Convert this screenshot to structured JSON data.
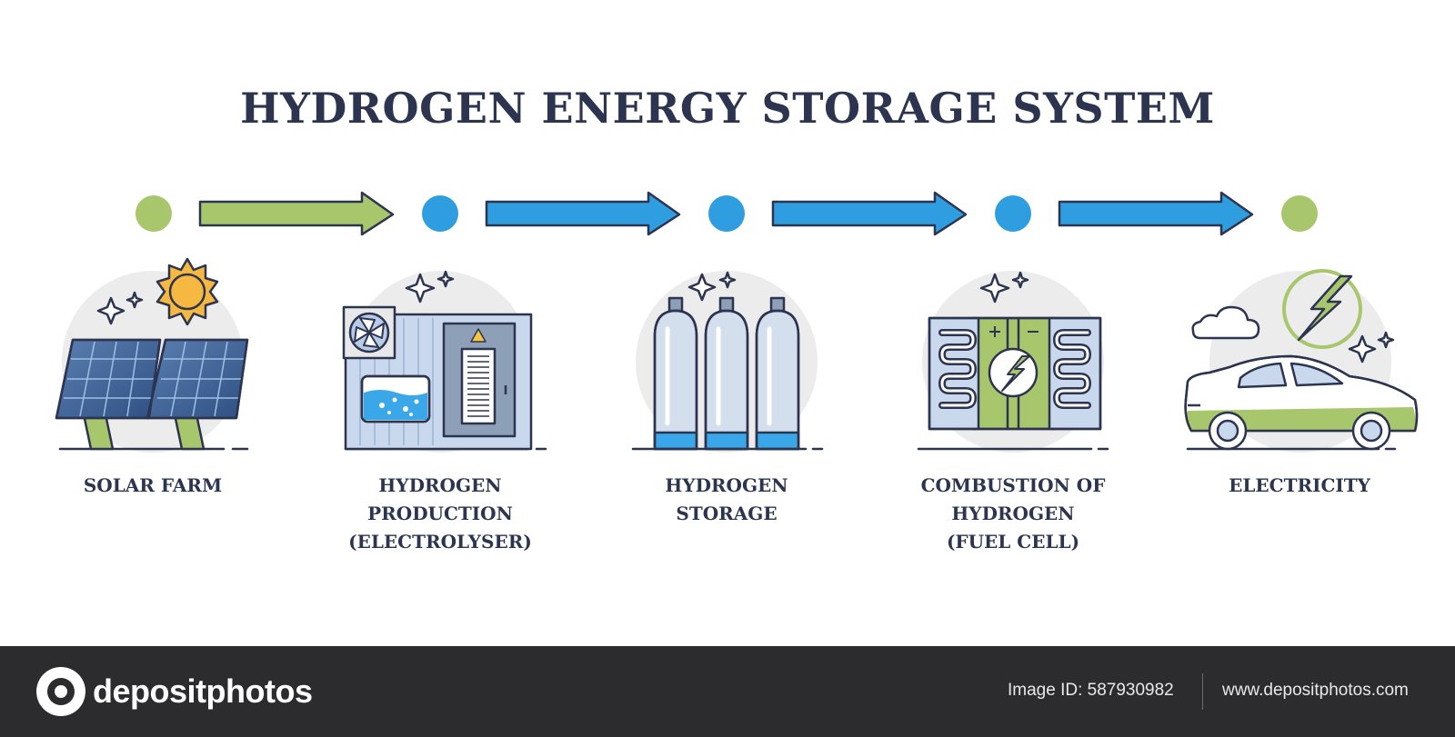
{
  "title": "HYDROGEN ENERGY STORAGE SYSTEM",
  "steps": [
    {
      "lines": [
        "SOLAR FARM"
      ],
      "dot_color": "#a8c66c",
      "icon": "solar-panel-icon"
    },
    {
      "lines": [
        "HYDROGEN",
        "PRODUCTION",
        "(ELECTROLYSER)"
      ],
      "dot_color": "#2f9ee0",
      "icon": "electrolyser-icon"
    },
    {
      "lines": [
        "HYDROGEN",
        "STORAGE"
      ],
      "dot_color": "#2f9ee0",
      "icon": "gas-cylinders-icon"
    },
    {
      "lines": [
        "COMBUSTION OF",
        "HYDROGEN",
        "(FUEL CELL)"
      ],
      "dot_color": "#2f9ee0",
      "icon": "fuel-cell-icon"
    },
    {
      "lines": [
        "ELECTRICITY"
      ],
      "dot_color": "#a8c66c",
      "icon": "electric-car-icon"
    }
  ],
  "arrows": [
    {
      "color": "#a8c66c"
    },
    {
      "color": "#2f9ee0"
    },
    {
      "color": "#2f9ee0"
    },
    {
      "color": "#2f9ee0"
    }
  ],
  "colors": {
    "ink": "#2d3450",
    "green": "#a8c66c",
    "blue": "#2f9ee0",
    "sun": "#f5b840",
    "halo": "#ececec",
    "footer": "#2c2c2e"
  },
  "footer": {
    "brand": "depositphotos",
    "image_id": "Image ID: 587930982",
    "site": "www.depositphotos.com"
  }
}
